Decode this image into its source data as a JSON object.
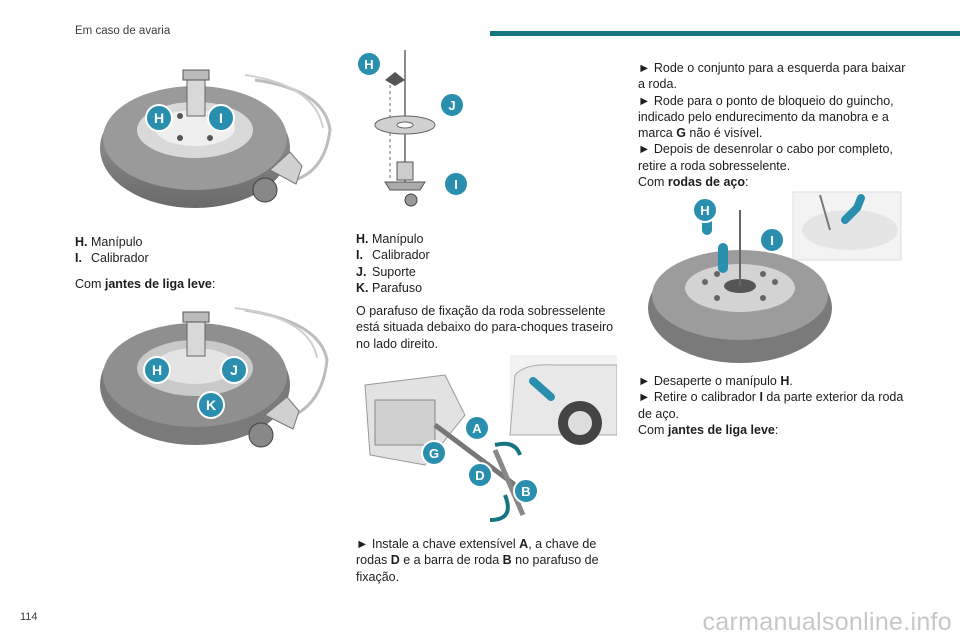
{
  "header": {
    "section": "Em caso de avaria"
  },
  "page_number": "114",
  "watermark": "carmanualsonline.info",
  "col1": {
    "legend": [
      {
        "key": "H.",
        "label": "Manípulo"
      },
      {
        "key": "I.",
        "label": "Calibrador"
      }
    ],
    "com_prefix": "Com ",
    "com_bold": "jantes de liga leve",
    "com_suffix": ":"
  },
  "col2": {
    "legend": [
      {
        "key": "H.",
        "label": "Manípulo"
      },
      {
        "key": "I.",
        "label": "Calibrador"
      },
      {
        "key": "J.",
        "label": "Suporte"
      },
      {
        "key": "K.",
        "label": "Parafuso"
      }
    ],
    "para1": "O parafuso de fixação da roda sobresselente está situada debaixo do para-choques traseiro no lado direito.",
    "step": {
      "a": "► Instale a chave extensível ",
      "b": "A",
      "c": ", a chave de rodas ",
      "d": "D",
      "e": " e a barra de roda ",
      "f": "B",
      "g": " no parafuso de fixação."
    }
  },
  "col3": {
    "s1": "► Rode o conjunto para a esquerda para baixar a roda.",
    "s2a": "► Rode para o ponto de bloqueio do guincho, indicado pelo endurecimento da manobra e a marca ",
    "s2b": "G",
    "s2c": " não é visível.",
    "s3": "► Depois de desenrolar o cabo por completo, retire a roda sobresselente.",
    "com_prefix": "Com ",
    "com_bold": "rodas de aço",
    "com_suffix": ":",
    "s4a": "► Desaperte o manípulo ",
    "s4b": "H",
    "s4c": ".",
    "s5a": "► Retire o calibrador ",
    "s5b": "I",
    "s5c": " da parte exterior da roda de aço.",
    "com2_prefix": "Com ",
    "com2_bold": "jantes de liga leve",
    "com2_suffix": ":"
  },
  "figures": {
    "fig1_labels": [
      "H",
      "I"
    ],
    "fig2_labels": [
      "H",
      "J",
      "I"
    ],
    "fig3_labels": [
      "H",
      "J",
      "K"
    ],
    "fig4_labels": [
      "A",
      "G",
      "D",
      "B"
    ],
    "fig5_labels": [
      "H",
      "I"
    ]
  },
  "colors": {
    "accent": "#17757f",
    "callout": "#2a8fae"
  }
}
